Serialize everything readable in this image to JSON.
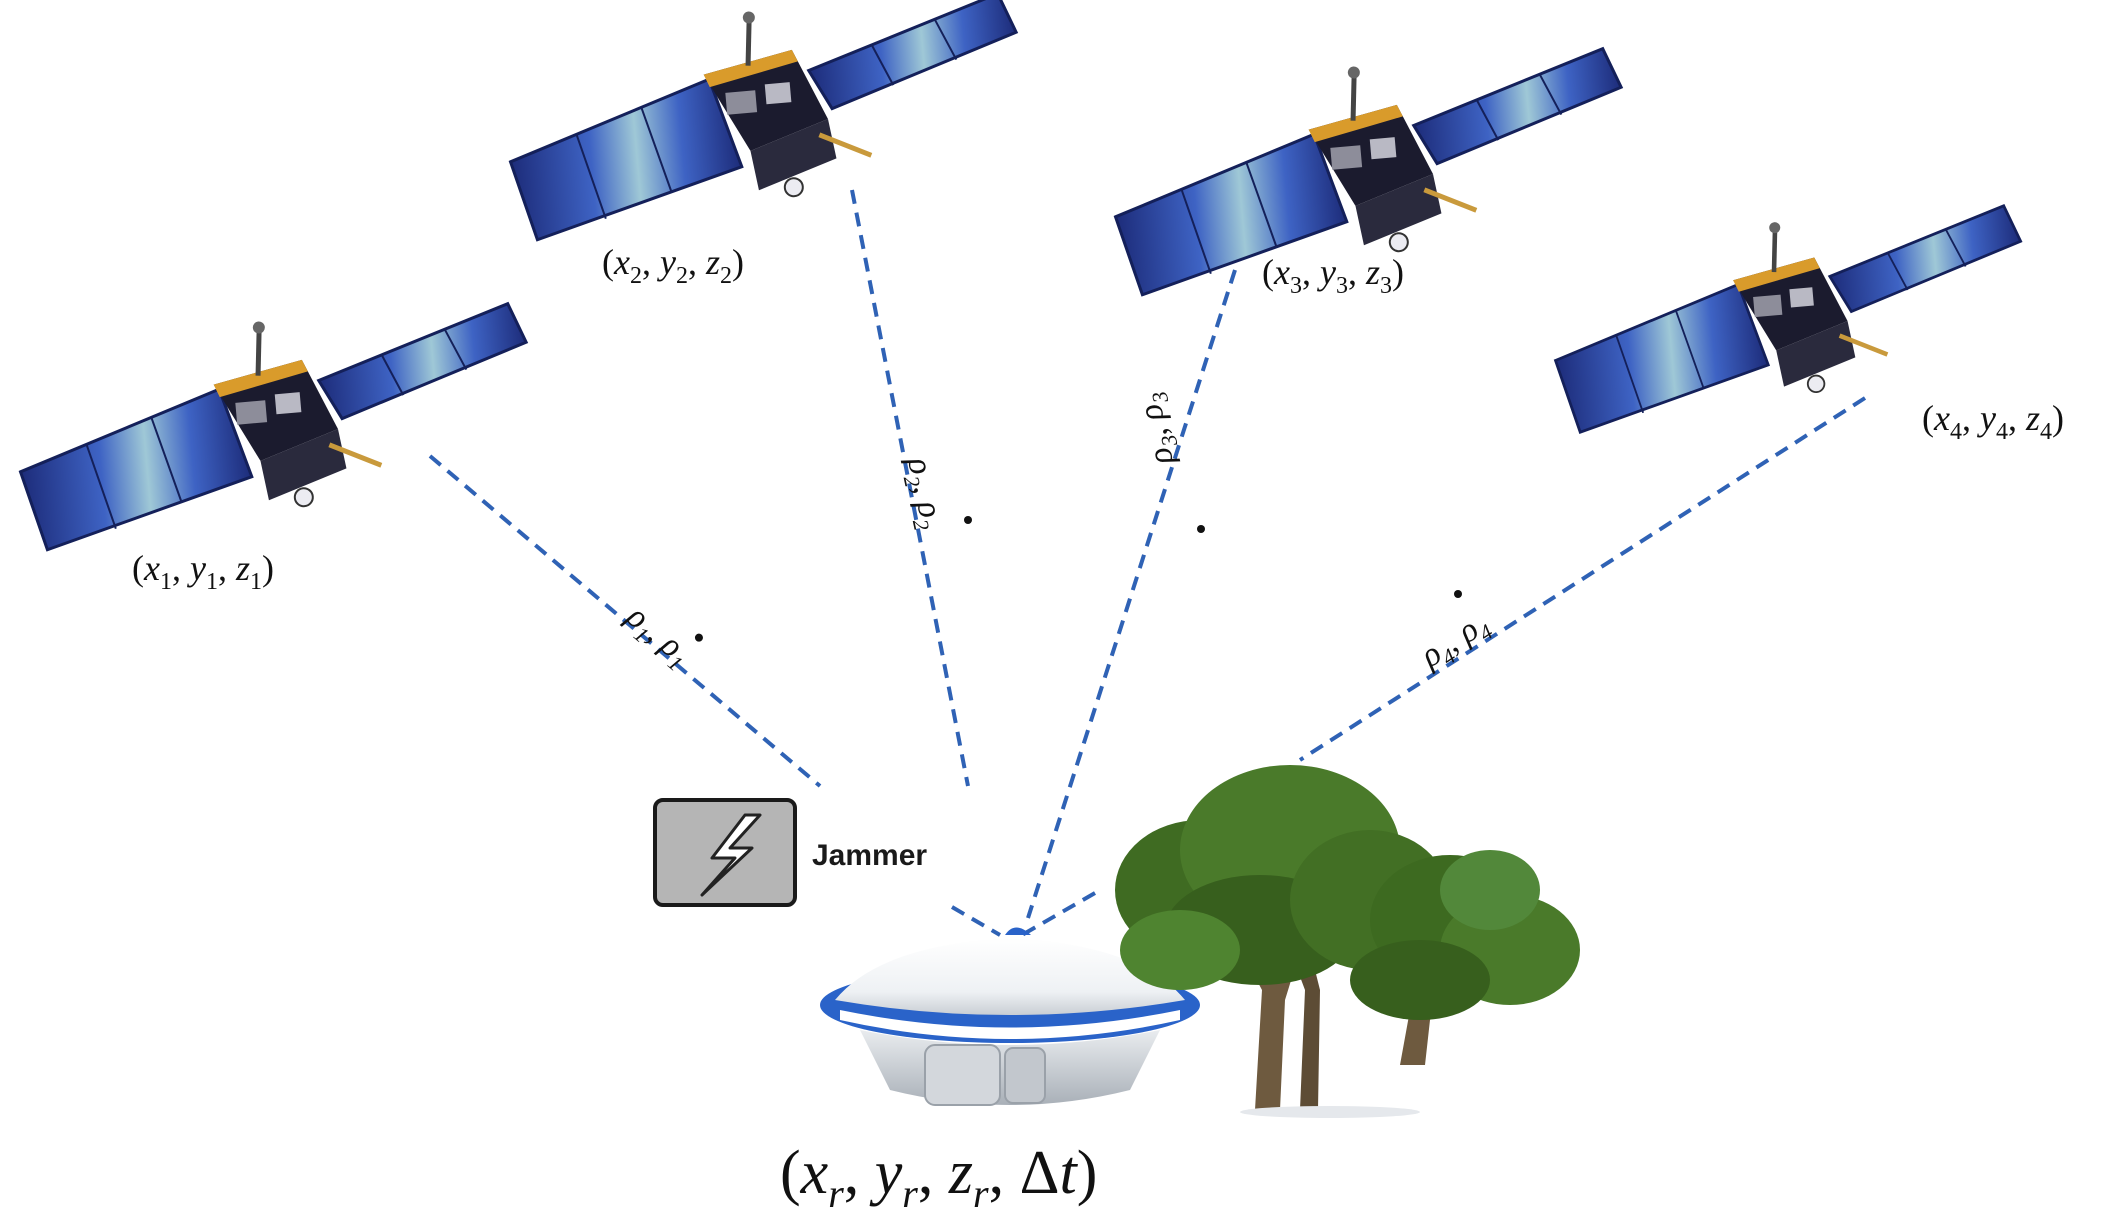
{
  "satellites": [
    {
      "id": "1",
      "label": {
        "x": "x",
        "y": "y",
        "z": "z",
        "sub": "1"
      },
      "range": {
        "rho": "ρ",
        "sub": "1"
      }
    },
    {
      "id": "2",
      "label": {
        "x": "x",
        "y": "y",
        "z": "z",
        "sub": "2"
      },
      "range": {
        "rho": "ρ",
        "sub": "2"
      }
    },
    {
      "id": "3",
      "label": {
        "x": "x",
        "y": "y",
        "z": "z",
        "sub": "3"
      },
      "range": {
        "rho": "ρ",
        "sub": "3"
      }
    },
    {
      "id": "4",
      "label": {
        "x": "x",
        "y": "y",
        "z": "z",
        "sub": "4"
      },
      "range": {
        "rho": "ρ",
        "sub": "4"
      }
    }
  ],
  "receiver": {
    "label": {
      "x": "x",
      "y": "y",
      "z": "z",
      "sub": "r",
      "delta": "Δ",
      "t": "t"
    }
  },
  "jammer": {
    "label": "Jammer"
  },
  "colors": {
    "signal_line": "#2f62b5",
    "panel_dark": "#1d2c7a",
    "panel_mid": "#3e63c4",
    "panel_light": "#8fb8d8",
    "body_gold": "#d99b2b",
    "receiver_blue": "#2a63c9",
    "foliage": "#3f6b22",
    "trunk": "#6e5a3f",
    "jammer_box": "#b5b5b5"
  },
  "icons": [
    "satellite-icon",
    "lightning-icon",
    "antenna-icon",
    "tree-icon"
  ]
}
